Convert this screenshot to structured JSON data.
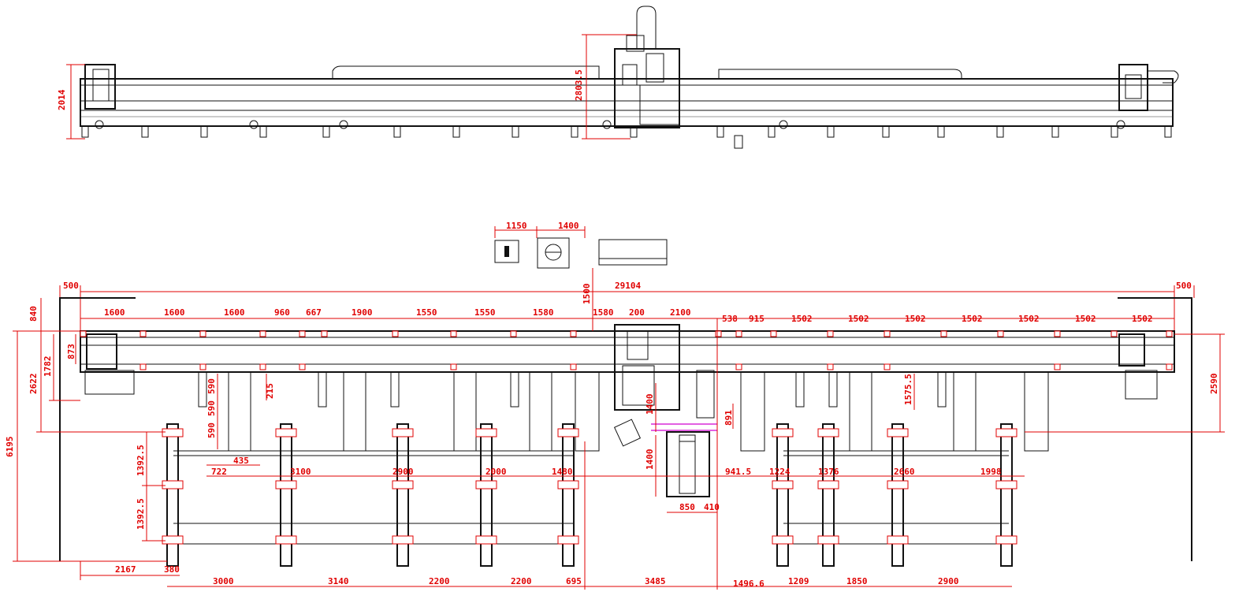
{
  "colors": {
    "dimension": "#e00000",
    "outline": "#111111",
    "accent": "#d000d0"
  },
  "side_view": {
    "dims_v": [
      "2014",
      "2803.5"
    ]
  },
  "top_small": {
    "dims": [
      "1150",
      "1400"
    ]
  },
  "plan": {
    "overall": "29104",
    "margin_left": "500",
    "margin_right": "500",
    "top_row": [
      "1600",
      "1600",
      "1600",
      "960",
      "667",
      "1900",
      "1550",
      "1550",
      "1580",
      "1580",
      "200",
      "2100",
      "538",
      "915",
      "1502",
      "1502",
      "1502",
      "1502",
      "1502",
      "1502",
      "1502"
    ],
    "left_vertical": [
      "840",
      "2622",
      "1782",
      "873",
      "6195"
    ],
    "inner_vertical": [
      "590",
      "590",
      "590",
      "215",
      "1392.5",
      "1392.5"
    ],
    "inner_labels": [
      "435",
      "722",
      "3100",
      "2900",
      "2000",
      "1480",
      "941.5",
      "1224",
      "1376",
      "2660",
      "1998"
    ],
    "center_dims": [
      "1500",
      "1400",
      "1400",
      "891",
      "850",
      "410",
      "1575.5"
    ],
    "right_vertical": "2590",
    "bottom_row": [
      "2167",
      "380",
      "3000",
      "3140",
      "2200",
      "2200",
      "695",
      "3485",
      "1496.6",
      "1209",
      "1850",
      "2900"
    ]
  }
}
